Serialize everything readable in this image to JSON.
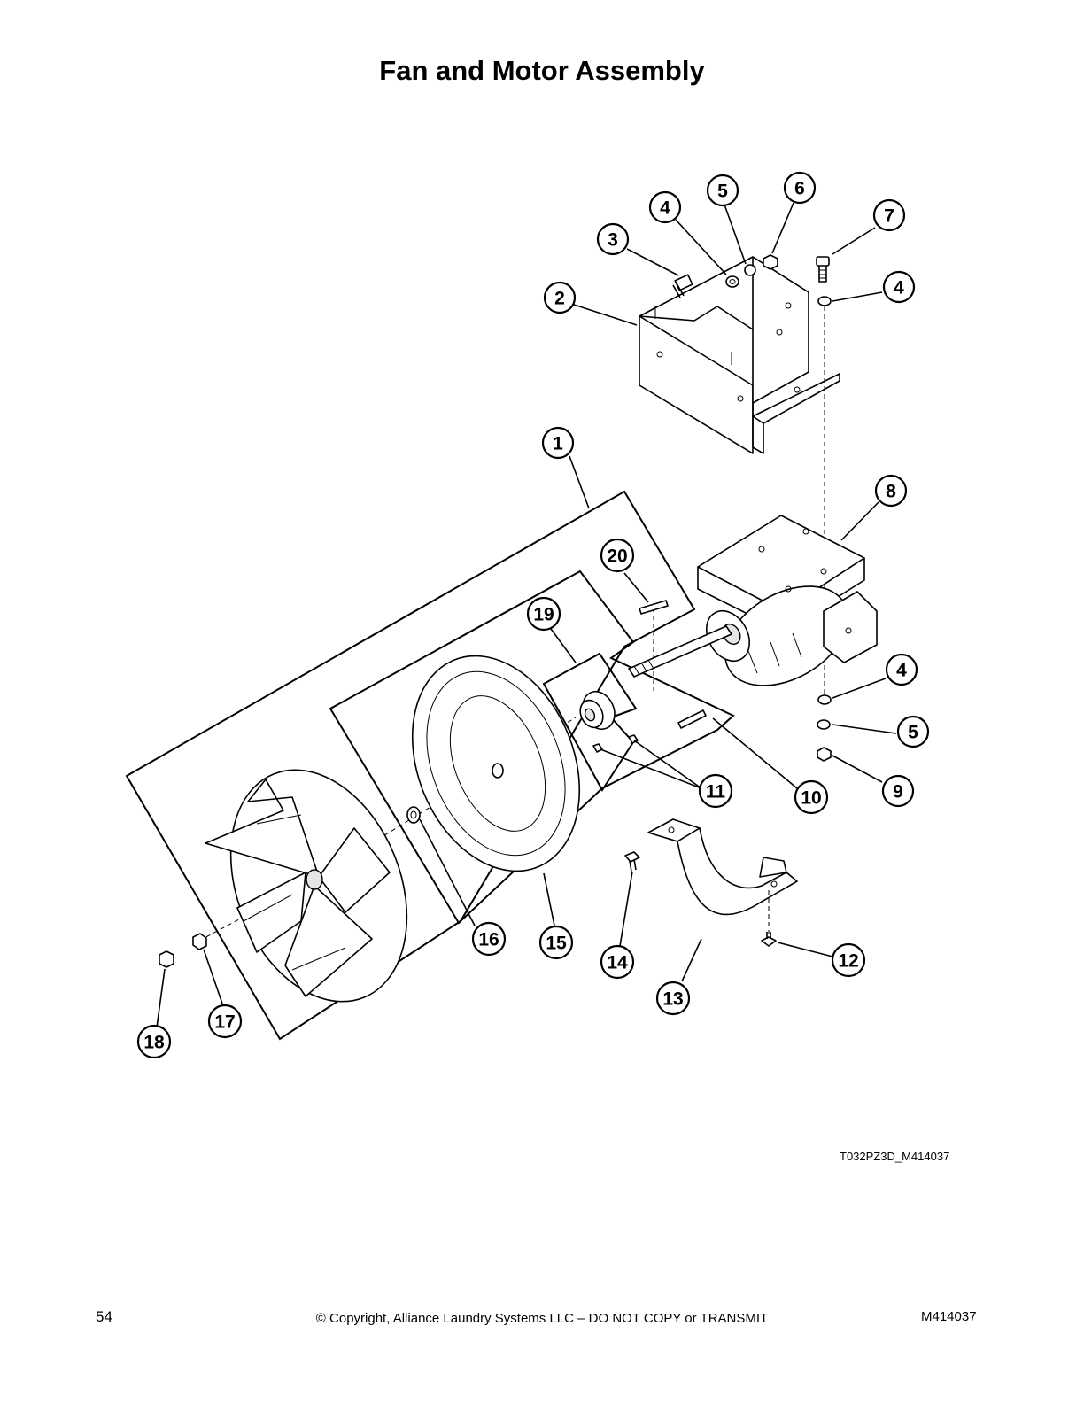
{
  "page_title": "Fan and Motor Assembly",
  "drawing_code": "T032PZ3D_M414037",
  "footer": {
    "page_number": "54",
    "copyright": "© Copyright, Alliance Laundry Systems LLC – DO NOT COPY or TRANSMIT",
    "document_number": "M414037"
  },
  "callouts": [
    "1",
    "2",
    "3",
    "4",
    "5",
    "6",
    "7",
    "4",
    "8",
    "20",
    "19",
    "4",
    "5",
    "11",
    "10",
    "9",
    "16",
    "15",
    "14",
    "12",
    "13",
    "17",
    "18"
  ]
}
